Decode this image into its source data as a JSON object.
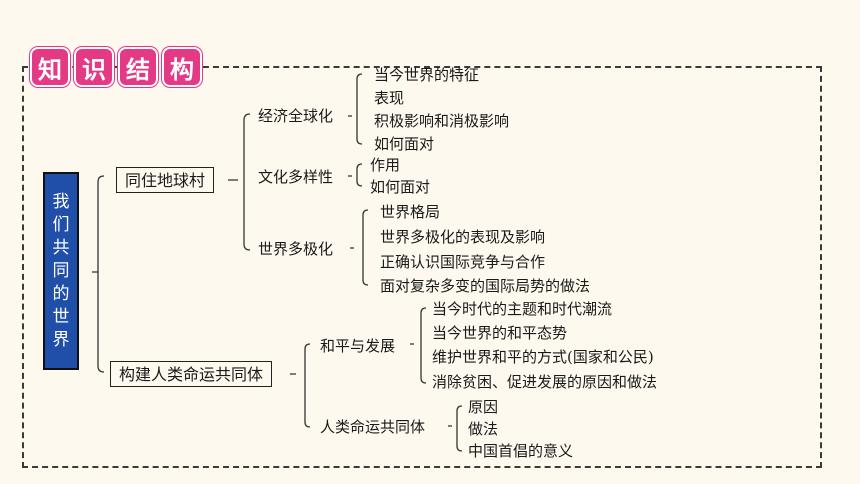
{
  "header": {
    "badges": [
      "知",
      "识",
      "结",
      "构"
    ]
  },
  "root": {
    "label": [
      "我",
      "们",
      "共",
      "同",
      "的",
      "世",
      "界"
    ]
  },
  "branches": {
    "b1": {
      "label": "同住地球村",
      "g1": {
        "label": "经济全球化",
        "items": [
          "当今世界的特征",
          "表现",
          "积极影响和消极影响",
          "如何面对"
        ]
      },
      "g2": {
        "label": "文化多样性",
        "items": [
          "作用",
          "如何面对"
        ]
      },
      "g3": {
        "label": "世界多极化",
        "items": [
          "世界格局",
          "世界多极化的表现及影响",
          "正确认识国际竞争与合作",
          "面对复杂多变的国际局势的做法"
        ]
      }
    },
    "b2": {
      "label": "构建人类命运共同体",
      "g1": {
        "label": "和平与发展",
        "items": [
          "当今时代的主题和时代潮流",
          "当今世界的和平态势",
          "维护世界和平的方式(国家和公民)",
          "消除贫困、促进发展的原因和做法"
        ]
      },
      "g2": {
        "label": "人类命运共同体",
        "items": [
          "原因",
          "做法",
          "中国首倡的意义"
        ]
      }
    }
  }
}
